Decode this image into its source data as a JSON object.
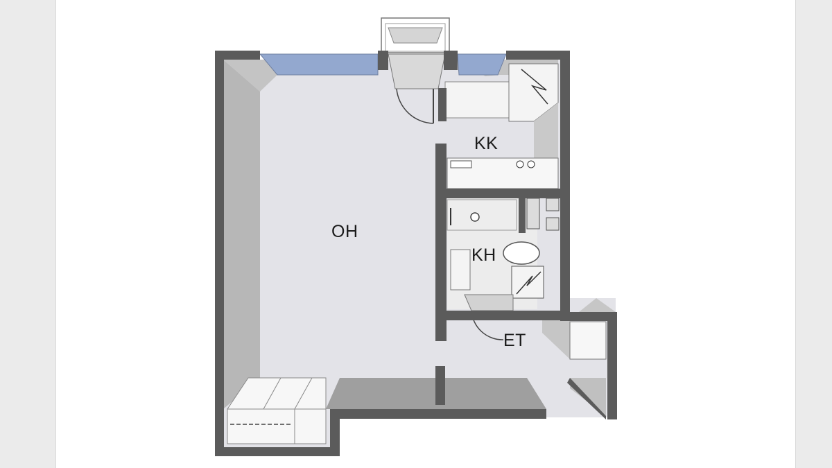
{
  "plan": {
    "rooms": [
      {
        "id": "oh",
        "label": "OH"
      },
      {
        "id": "kk",
        "label": "KK"
      },
      {
        "id": "kh",
        "label": "KH"
      },
      {
        "id": "et",
        "label": "ET"
      }
    ]
  },
  "colors": {
    "wall": "#5b5b5b",
    "floor": "#e3e3e8",
    "window_glass": "#93a8cf",
    "furniture": "#f5f5f5",
    "wall_side": "#b4b4b4",
    "page": "#ffffff"
  }
}
